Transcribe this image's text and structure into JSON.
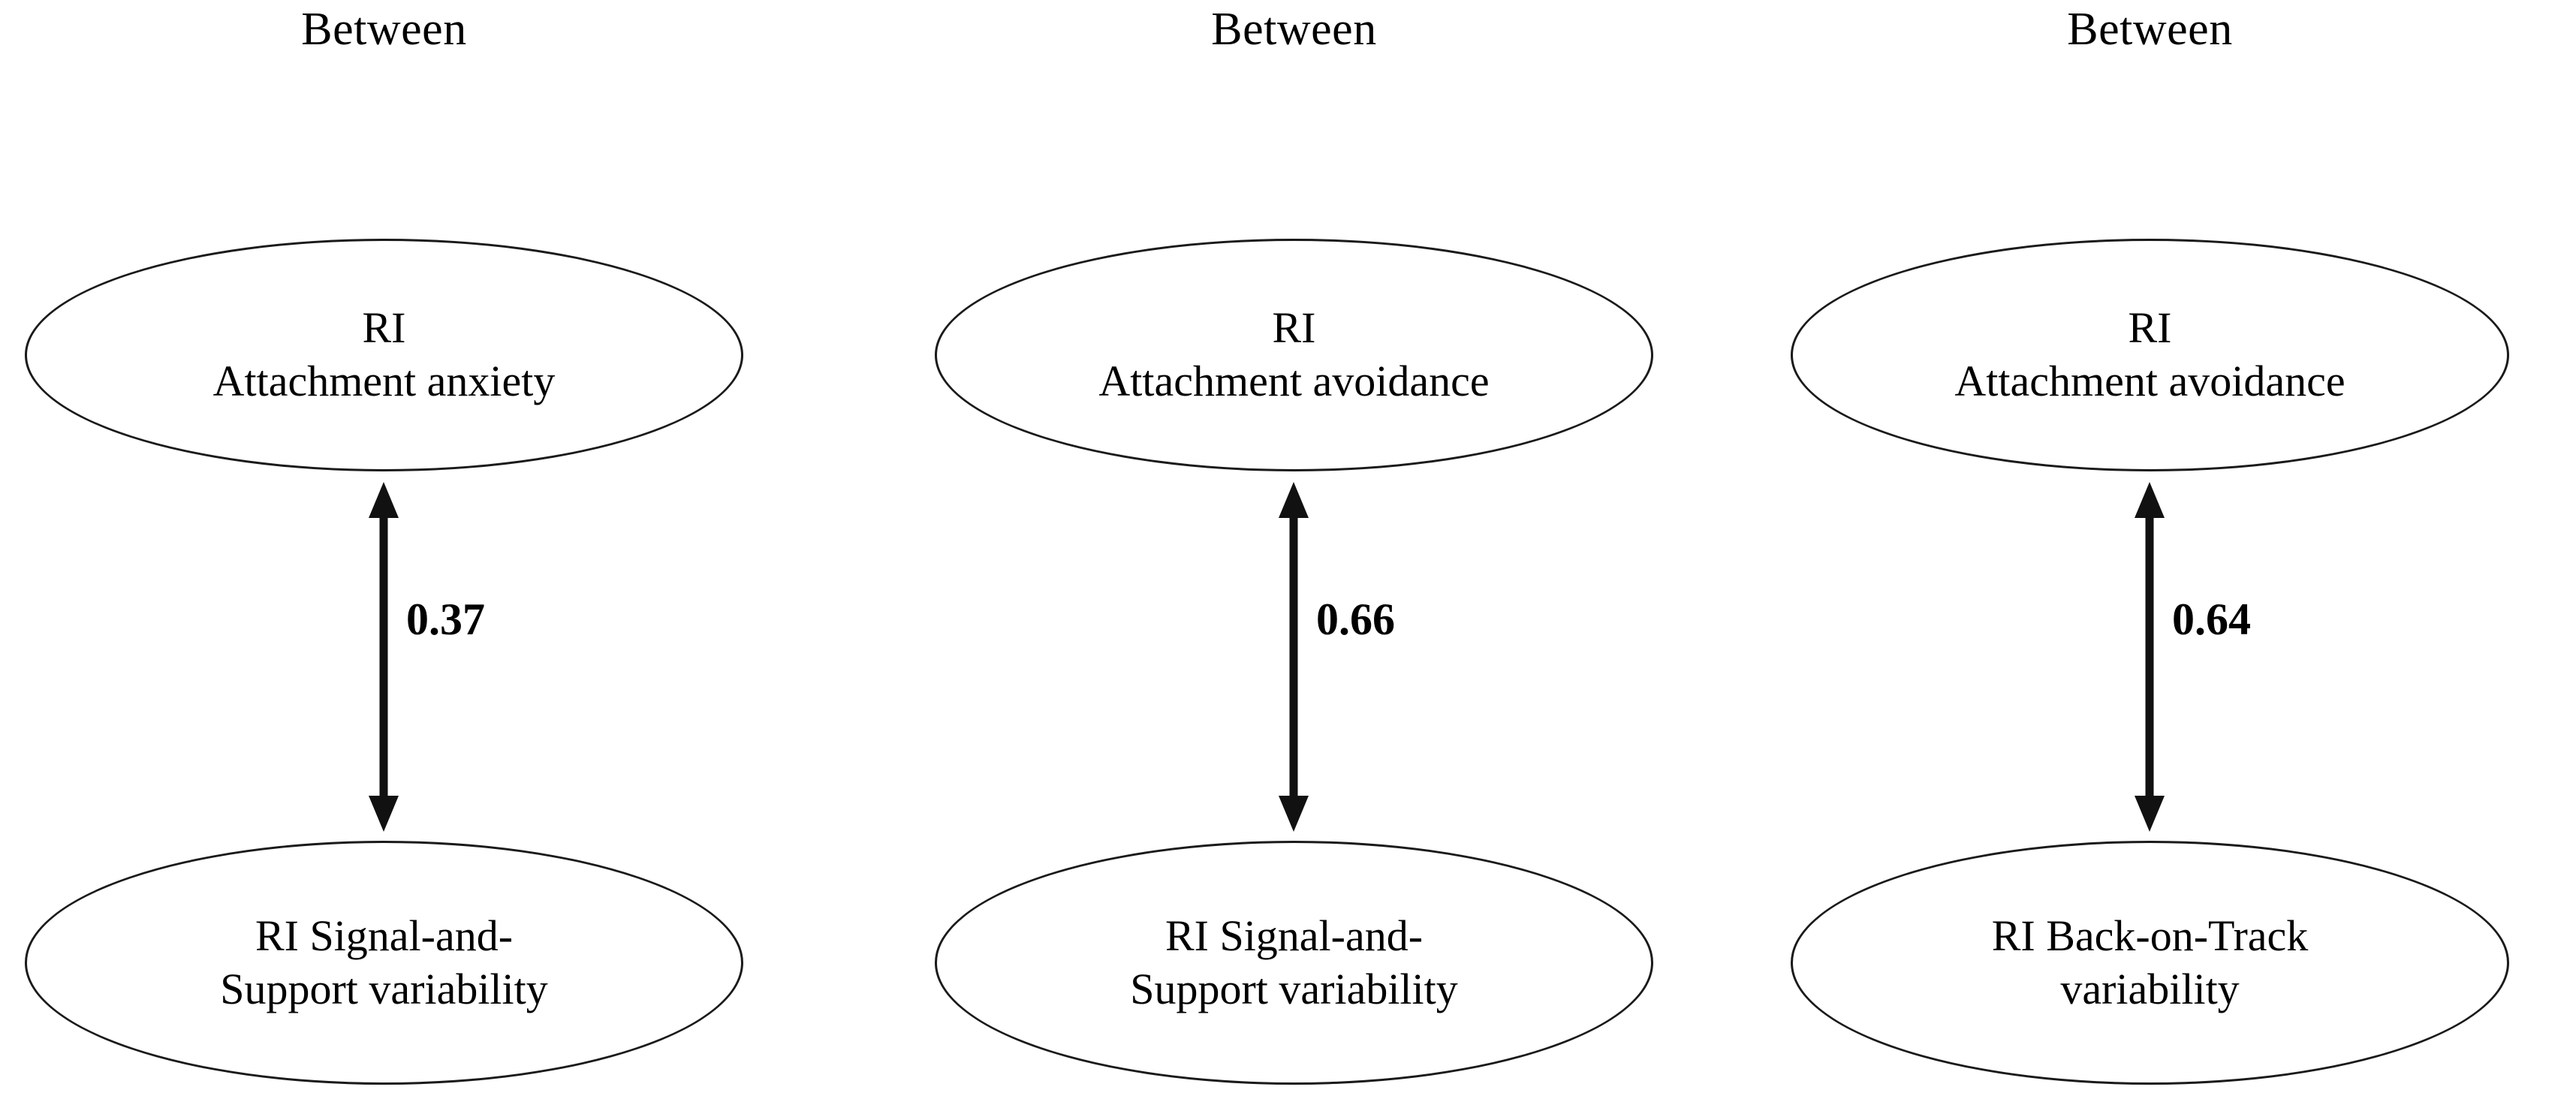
{
  "figure": {
    "background_color": "#ffffff",
    "line_color": "#1a1a1a",
    "text_color": "#000000",
    "type": "path-diagram"
  },
  "columns": [
    {
      "header": "Between",
      "top_node": {
        "line1": "RI",
        "line2": "Attachment anxiety"
      },
      "bottom_node": {
        "line1": "RI Signal-and-",
        "line2": "Support variability"
      },
      "path": {
        "label": "0.37",
        "arrow": "double-headed-vertical"
      }
    },
    {
      "header": "Between",
      "top_node": {
        "line1": "RI",
        "line2": "Attachment avoidance"
      },
      "bottom_node": {
        "line1": "RI Signal-and-",
        "line2": "Support variability"
      },
      "path": {
        "label": "0.66",
        "arrow": "double-headed-vertical"
      }
    },
    {
      "header": "Between",
      "top_node": {
        "line1": "RI",
        "line2": "Attachment avoidance"
      },
      "bottom_node": {
        "line1": "RI Back-on-Track",
        "line2": "variability"
      },
      "path": {
        "label": "0.64",
        "arrow": "double-headed-vertical"
      }
    }
  ]
}
